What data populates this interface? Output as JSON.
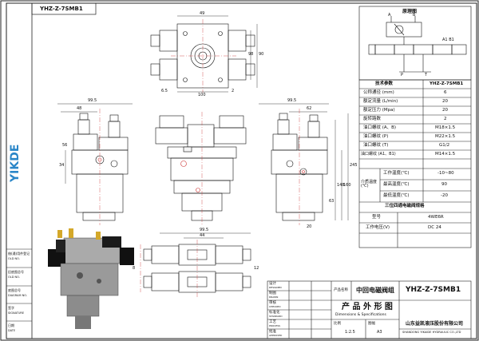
{
  "drawing_code_top": "YHZ-Z-7SMB1",
  "left_strip": {
    "brand": "YIKDE",
    "rows": [
      {
        "cn": "借(通)用件登记",
        "en": "OLD NO."
      },
      {
        "cn": "旧底图总号",
        "en": "OLD NO."
      },
      {
        "cn": "底图总号",
        "en": "DIAGRAM NO."
      },
      {
        "cn": "签字",
        "en": "SIGNATURE"
      },
      {
        "cn": "日期",
        "en": "DATE"
      }
    ]
  },
  "schematic": {
    "title": "原理图",
    "ports": {
      "a": "A",
      "b": "B",
      "p": "P",
      "t": "T",
      "a1b1": "A1 B1"
    }
  },
  "dimensions": {
    "top_view": {
      "d1": "49",
      "d2": "90",
      "d3": "98",
      "d4": "100",
      "d5": "6.5",
      "d6": "2"
    },
    "front_view": {
      "w1": "99.5",
      "w2": "48",
      "h1": "34",
      "h2": "56"
    },
    "side_view": {
      "w1": "99.5",
      "w2": "62",
      "h1": "245",
      "h2": "148",
      "h3": "63",
      "h4": "160",
      "h5": "20"
    },
    "bottom_view": {
      "w1": "44",
      "w2": "99.5",
      "w3": "8",
      "h1": "12"
    }
  },
  "spec_table": {
    "header": {
      "label": "技术参数",
      "model": "YHZ-Z-7SMB1"
    },
    "rows": [
      {
        "label": "公称通径 (mm)",
        "value": "6"
      },
      {
        "label": "额定流量 (L/min)",
        "value": "20"
      },
      {
        "label": "额定压力 (Mpa)",
        "value": "20"
      },
      {
        "label": "旋转路数",
        "value": "2"
      },
      {
        "label": "油口螺纹 (A、B)",
        "value": "M18×1.5"
      },
      {
        "label": "油口螺纹 (P)",
        "value": "M22×1.5"
      },
      {
        "label": "油口螺纹 (T)",
        "value": "G1/2"
      },
      {
        "label": "油口螺纹 (A1、B1)",
        "value": "M14×1.5"
      }
    ],
    "env_group": "介质温度(℃)",
    "env_rows": [
      {
        "label": "工作温度(℃)",
        "value": "-10~80"
      },
      {
        "label": "最高温度(℃)",
        "value": "90"
      },
      {
        "label": "最低温度(℃)",
        "value": "-20"
      }
    ],
    "valve_title": "三位四通电磁阀规格",
    "valve_rows": [
      {
        "label": "型号",
        "value": "4WE6R"
      },
      {
        "label": "工作电压(V)",
        "value": "DC 24"
      }
    ]
  },
  "title_block": {
    "left_rows": [
      {
        "cn": "设计",
        "en": "DESIGNED"
      },
      {
        "cn": "制图",
        "en": "DRAWN"
      },
      {
        "cn": "审核",
        "en": "CHECKED"
      },
      {
        "cn": "标准化",
        "en": "STANDARD"
      },
      {
        "cn": "工艺",
        "en": "PROCESS"
      },
      {
        "cn": "批准",
        "en": "APPROVED"
      }
    ],
    "product_name_label": "产品名称",
    "product_name": "中回电磁阀组",
    "product_code": "YHZ-Z-7SMB1",
    "doc_title": "产 品 外 形 图",
    "doc_subtitle": "Dimensions & Specifications",
    "scale_label": "比例",
    "scale": "1:2.5",
    "sheet_label": "图幅",
    "sheet": "A3",
    "company_cn": "山东益凯液压股份有限公司",
    "company_en": "SHANDONG YIKAIDE HYDRAULIC CO.,LTD"
  }
}
